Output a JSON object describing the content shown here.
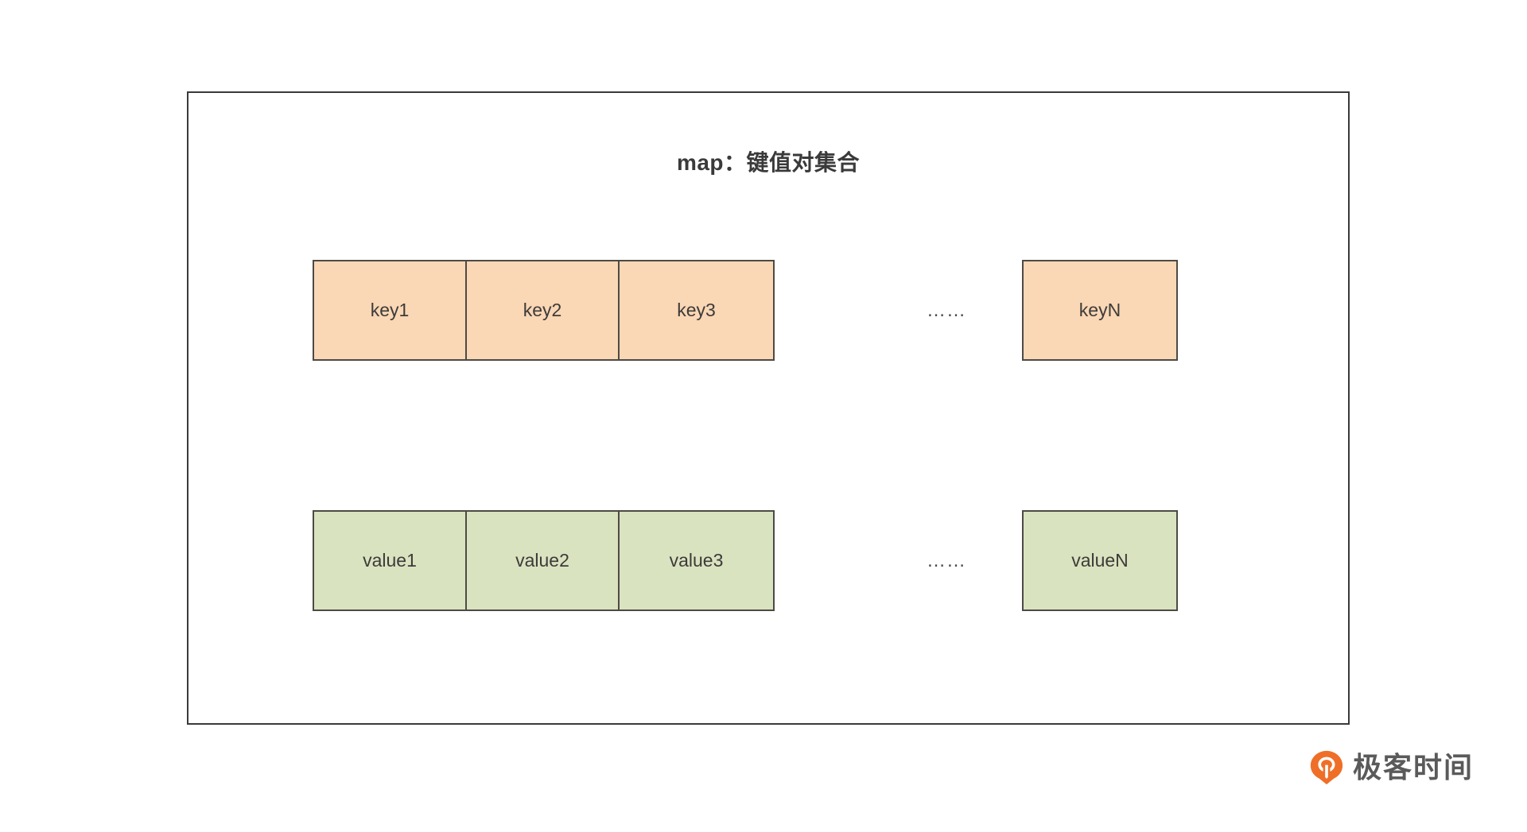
{
  "diagram": {
    "title": "map：键值对集合",
    "ellipsis": "……",
    "rows": [
      {
        "name": "keys",
        "color": "#fad7b5",
        "cells": [
          "key1",
          "key2",
          "key3"
        ],
        "tail_cell": "keyN"
      },
      {
        "name": "values",
        "color": "#d9e3c0",
        "cells": [
          "value1",
          "value2",
          "value3"
        ],
        "tail_cell": "valueN"
      }
    ],
    "border_color": "#4d4a45",
    "frame_color": "#3a3a3a"
  },
  "brand": {
    "name": "极客时间",
    "mark_color": "#ef6f28",
    "text_color": "#5a5a5a"
  }
}
